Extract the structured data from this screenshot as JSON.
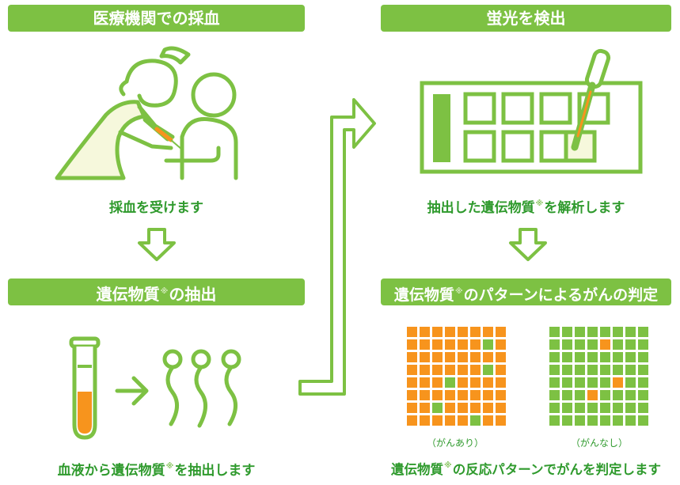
{
  "steps": {
    "collect": {
      "banner": "医療機関での採血",
      "caption": "採血を受けます"
    },
    "extract": {
      "banner_a": "遺伝物質",
      "mark": "※",
      "banner_b": "の抽出",
      "caption_a": "血液から遺伝物質",
      "caption_b": "を抽出します"
    },
    "detect": {
      "banner": "蛍光を検出",
      "caption_a": "抽出した遺伝物質",
      "caption_b": "を解析します"
    },
    "judge": {
      "banner_a": "遺伝物質",
      "banner_b": "のパターンによるがんの判定",
      "caption_a": "遺伝物質",
      "caption_b": "の反応パターンでがんを判定します"
    }
  },
  "grids": {
    "cancer": {
      "label": "（がんあり）",
      "green_cells": [
        [
          1,
          6
        ],
        [
          3,
          6
        ],
        [
          4,
          3
        ],
        [
          6,
          2
        ],
        [
          7,
          5
        ]
      ]
    },
    "no_cancer": {
      "label": "（がんなし）",
      "orange_cells": [
        [
          1,
          4
        ],
        [
          4,
          5
        ],
        [
          5,
          3
        ]
      ]
    },
    "rows": 8,
    "cols": 8
  },
  "colors": {
    "green": "#7dc143",
    "dark_green": "#2f9a2d",
    "orange": "#f7941d",
    "light_fill": "#f6f8dc",
    "banner_text": "#ffffff"
  },
  "icons": [
    "nurse-drawing-blood-icon",
    "down-arrow-icon",
    "test-tube-icon",
    "right-arrow-icon",
    "dna-strands-icon",
    "flow-arrow-icon",
    "well-plate-icon",
    "pipette-icon"
  ]
}
